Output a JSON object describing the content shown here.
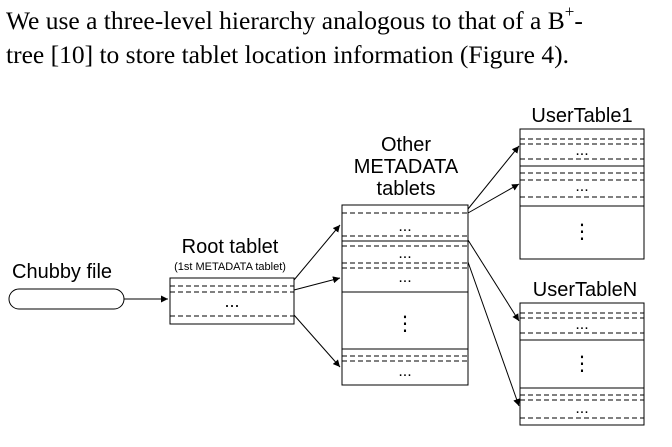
{
  "paragraph": {
    "line1_pre": "We use a three-level hierarchy analogous to that of a B",
    "line1_sup": "+",
    "line1_post": "-",
    "line2": "tree [10] to store tablet location information (Figure 4)."
  },
  "figure": {
    "chubby_label": "Chubby file",
    "root_title": "Root tablet",
    "root_subtitle": "(1st METADATA tablet)",
    "metadata_title": [
      "Other",
      "METADATA",
      "tablets"
    ],
    "usertable1_title": "UserTable1",
    "usertablen_title": "UserTableN",
    "ellipsis": "...",
    "vertical_ellipsis": "⋮"
  }
}
